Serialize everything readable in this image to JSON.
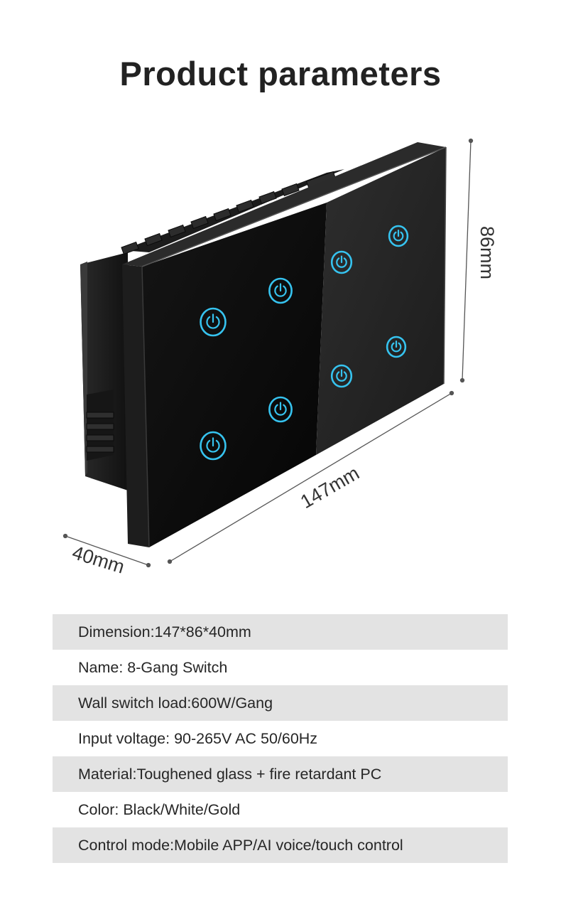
{
  "page": {
    "title": "Product parameters"
  },
  "dimensions": {
    "height_label": "86mm",
    "width_label": "147mm",
    "depth_label": "40mm"
  },
  "product": {
    "gang_count": 8,
    "panel_color": "#0a0a0a",
    "button_glow_color": "#36c3ef"
  },
  "specs": [
    {
      "label": "Dimension:147*86*40mm"
    },
    {
      "label": "Name: 8-Gang Switch"
    },
    {
      "label": "Wall switch load:600W/Gang"
    },
    {
      "label": "Input voltage: 90-265V AC 50/60Hz"
    },
    {
      "label": "Material:Toughened glass + fire retardant PC"
    },
    {
      "label": "Color: Black/White/Gold"
    },
    {
      "label": "Control mode:Mobile APP/AI voice/touch control"
    }
  ]
}
